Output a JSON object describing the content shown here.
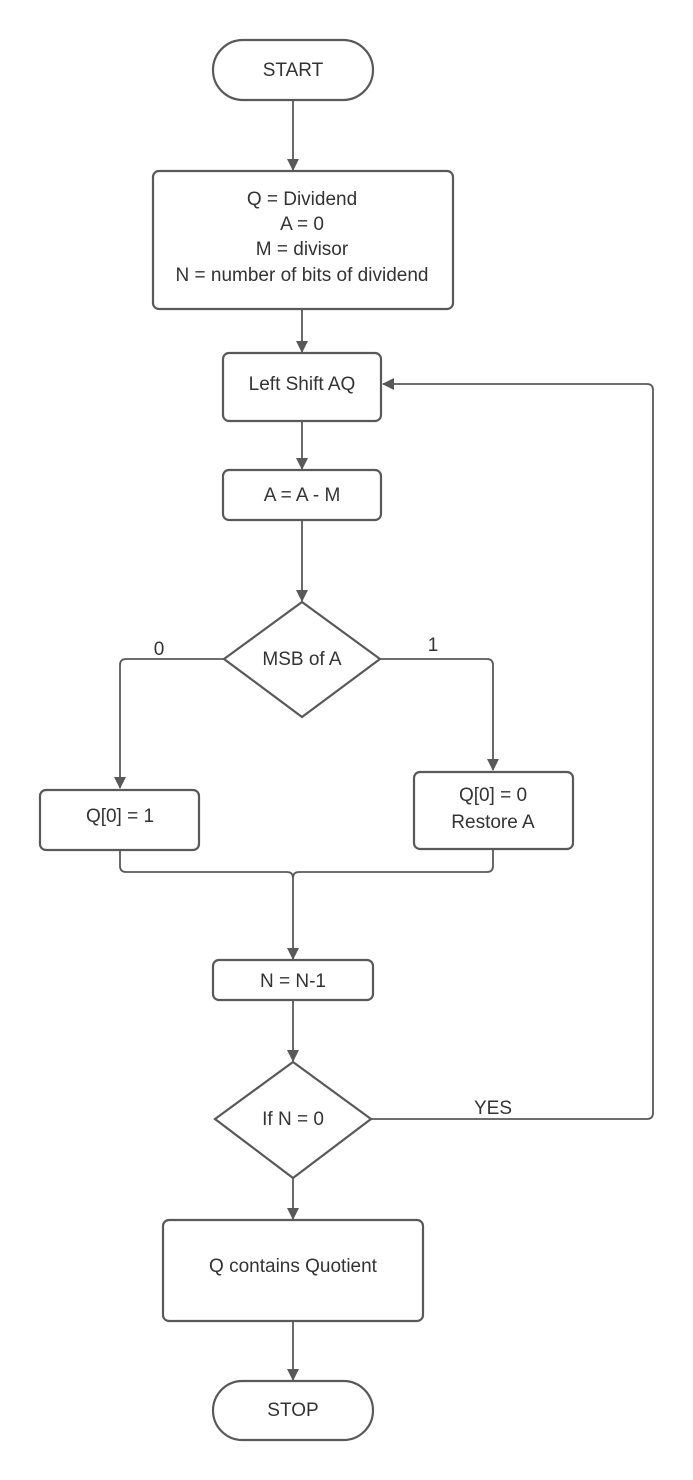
{
  "nodes": {
    "start": "START",
    "init": [
      "Q = Dividend",
      "A = 0",
      "M = divisor",
      "N = number of bits of dividend"
    ],
    "shift": "Left Shift AQ",
    "subtract": "A = A - M",
    "msb": "MSB of A",
    "q_one": "Q[0] = 1",
    "q_zero": [
      "Q[0] = 0",
      "Restore A"
    ],
    "decrement": "N = N-1",
    "check": "If N = 0",
    "result": "Q contains Quotient",
    "stop": "STOP"
  },
  "edge_labels": {
    "zero": "0",
    "one": "1",
    "yes": "YES"
  },
  "colors": {
    "stroke": "#595959",
    "text": "#333333",
    "background": "#ffffff"
  }
}
